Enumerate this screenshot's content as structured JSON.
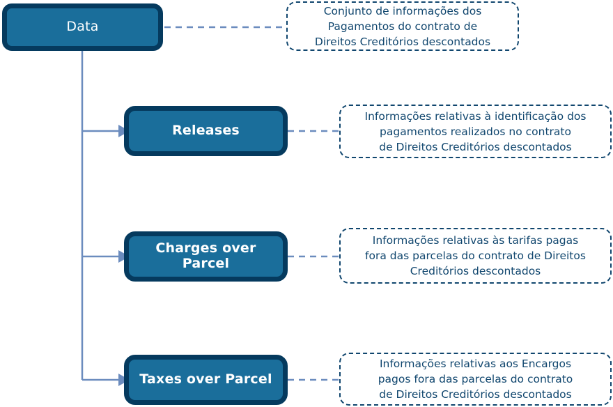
{
  "diagram": {
    "title": "Data structure tree",
    "colors": {
      "node_fill": "#1a6e9b",
      "node_border": "#053a5e",
      "note_border": "#10466e",
      "note_text": "#10466e",
      "connector": "#6b8cbe",
      "background": "#ffffff"
    },
    "root": {
      "label": "Data",
      "note": "Conjunto de informações dos\nPagamentos do contrato de\nDireitos Creditórios descontados"
    },
    "children": [
      {
        "label": "Releases",
        "note": "Informações relativas à identificação dos\npagamentos realizados no contrato\nde Direitos Creditórios descontados"
      },
      {
        "label": "Charges over Parcel",
        "note": "Informações relativas às tarifas pagas\nfora das parcelas do contrato de Direitos\nCreditórios descontados"
      },
      {
        "label": "Taxes over Parcel",
        "note": "Informações relativas aos Encargos\npagos fora das parcelas do contrato\nde Direitos Creditórios descontados"
      }
    ]
  }
}
